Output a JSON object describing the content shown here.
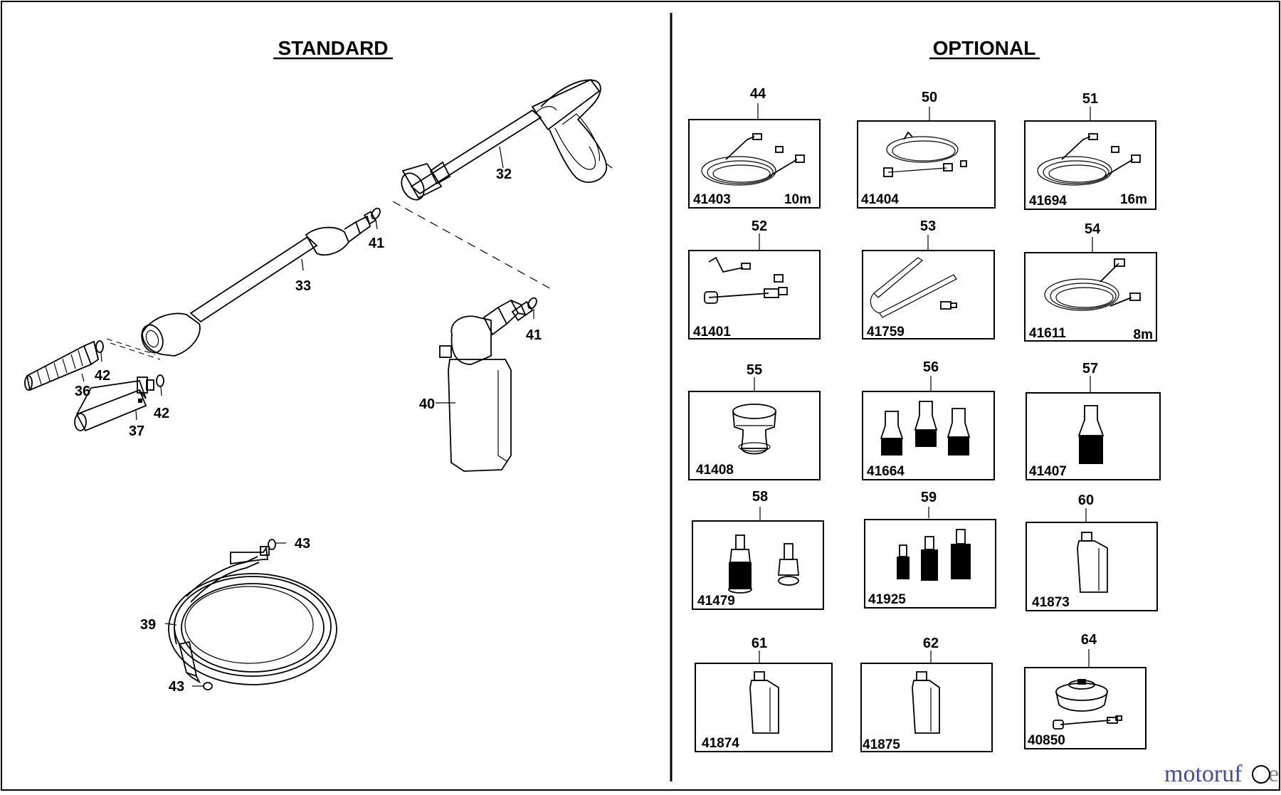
{
  "sections": {
    "standard": "STANDARD",
    "optional": "OPTIONAL"
  },
  "standard_parts": [
    {
      "label": "32"
    },
    {
      "label": "33"
    },
    {
      "label": "41"
    },
    {
      "label": "41"
    },
    {
      "label": "42"
    },
    {
      "label": "42"
    },
    {
      "label": "36"
    },
    {
      "label": "37"
    },
    {
      "label": "40"
    },
    {
      "label": "43"
    },
    {
      "label": "39"
    },
    {
      "label": "43"
    }
  ],
  "optional_parts": [
    {
      "number": "44",
      "code": "41403",
      "note": "10m",
      "icon": "hose-coil-icon"
    },
    {
      "number": "50",
      "code": "41404",
      "note": "",
      "icon": "drain-cleaner-icon"
    },
    {
      "number": "51",
      "code": "41694",
      "note": "16m",
      "icon": "hose-coil-icon"
    },
    {
      "number": "52",
      "code": "41401",
      "note": "",
      "icon": "angled-lance-icon"
    },
    {
      "number": "53",
      "code": "41759",
      "note": "",
      "icon": "extension-lance-icon"
    },
    {
      "number": "54",
      "code": "41611",
      "note": "8m",
      "icon": "hose-coil-icon"
    },
    {
      "number": "55",
      "code": "41408",
      "note": "",
      "icon": "coupling-icon"
    },
    {
      "number": "56",
      "code": "41664",
      "note": "",
      "icon": "nozzle-set-icon"
    },
    {
      "number": "57",
      "code": "41407",
      "note": "",
      "icon": "nozzle-icon"
    },
    {
      "number": "58",
      "code": "41479",
      "note": "",
      "icon": "connector-icon"
    },
    {
      "number": "59",
      "code": "41925",
      "note": "",
      "icon": "connector-set-icon"
    },
    {
      "number": "60",
      "code": "41873",
      "note": "",
      "icon": "detergent-bottle-icon"
    },
    {
      "number": "61",
      "code": "41874",
      "note": "",
      "icon": "detergent-bottle-icon"
    },
    {
      "number": "62",
      "code": "41875",
      "note": "",
      "icon": "detergent-bottle-icon"
    },
    {
      "number": "64",
      "code": "40850",
      "note": "",
      "icon": "patio-cleaner-icon"
    }
  ],
  "watermark": {
    "text": "motoruf",
    "suffix": "e"
  }
}
